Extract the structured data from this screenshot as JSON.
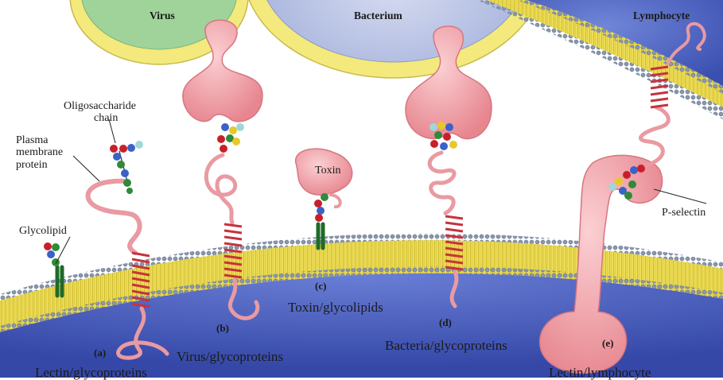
{
  "cells": {
    "virus": "Virus",
    "bacterium": "Bacterium",
    "lymphocyte": "Lymphocyte"
  },
  "labels": {
    "oligosaccharide_chain_line1": "Oligosaccharide",
    "oligosaccharide_chain_line2": "chain",
    "plasma_membrane_protein_line1": "Plasma",
    "plasma_membrane_protein_line2": "membrane",
    "plasma_membrane_protein_line3": "protein",
    "glycolipid": "Glycolipid",
    "toxin": "Toxin",
    "p_selectin": "P-selectin"
  },
  "panels": [
    {
      "letter": "(a)",
      "caption": "Lectin/glycoproteins"
    },
    {
      "letter": "(b)",
      "caption": "Virus/glycoproteins"
    },
    {
      "letter": "(c)",
      "caption": "Toxin/glycolipids"
    },
    {
      "letter": "(d)",
      "caption": "Bacteria/glycoproteins"
    },
    {
      "letter": "(e)",
      "caption": "Lectin/lymphocyte"
    }
  ],
  "colors": {
    "cytoplasm": "#4f66c8",
    "bilayer": "#e9d84a",
    "headgroup": "#8896a8",
    "protein": "#f2a6ac",
    "helix": "#c8323c",
    "virus_fill": "#9fd39a",
    "bacterium_fill": "#c4cbe8",
    "lymphocyte_fill": "#5a72c8",
    "sugar_red": "#c8202a",
    "sugar_blue": "#3a62c8",
    "sugar_green": "#2f8a3a",
    "sugar_yellow": "#e6c82a",
    "sugar_cyan": "#9fd8d8"
  }
}
